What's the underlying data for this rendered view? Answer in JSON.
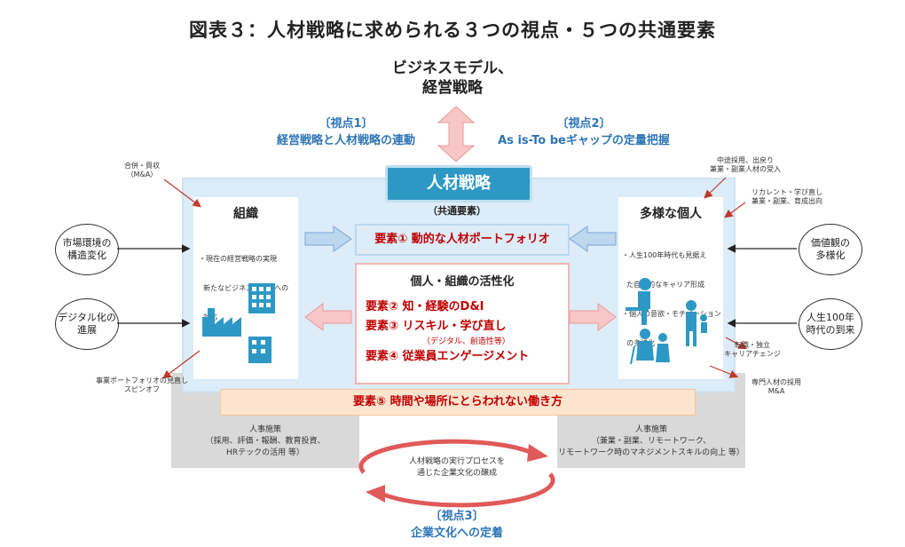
{
  "title": "図表３：人材戦略に求められる３つの視点・５つの共通要素",
  "business": {
    "line1": "ビジネスモデル、",
    "line2": "経営戦略"
  },
  "viewpoint1": {
    "label": "〔視点1〕",
    "text": "経営戦略と人材戦略の連動"
  },
  "viewpoint2": {
    "label": "〔視点2〕",
    "text": "As is-To beギャップの定量把握"
  },
  "viewpoint3": {
    "label": "〔視点3〕",
    "text": "企業文化への定着"
  },
  "hr_strategy": "人材戦略",
  "common_elements": "（共通要素）",
  "organization": {
    "title": "組織",
    "bullets": [
      "・現在の経営戦略の実現",
      "  新たなビジネスモデルへの",
      "  対応"
    ]
  },
  "individuals": {
    "title": "多様な個人",
    "bullets": [
      "・人生100年時代も見据え",
      "  た自律的なキャリア形成",
      "・個人の意欲・モチベーション",
      "  の多様化"
    ]
  },
  "element1": {
    "tag": "要素①",
    "text": "動的な人材ポートフォリオ"
  },
  "activation": {
    "title": "個人・組織の活性化",
    "element2": {
      "tag": "要素②",
      "text": "知・経験のD&I"
    },
    "element3": {
      "tag": "要素③",
      "text": "リスキル・学び直し",
      "sub": "（デジタル、創造性等）"
    },
    "element4": {
      "tag": "要素④",
      "text": "従業員エンゲージメント"
    }
  },
  "element5": {
    "tag": "要素⑤",
    "text": "時間や場所にとらわれない働き方"
  },
  "left_circles": [
    {
      "l1": "市場環境の",
      "l2": "構造変化"
    },
    {
      "l1": "デジタル化の",
      "l2": "進展"
    }
  ],
  "right_circles": [
    {
      "l1": "価値観の",
      "l2": "多様化"
    },
    {
      "l1": "人生100年",
      "l2": "時代の到来"
    }
  ],
  "notes": {
    "ma_left": [
      "合併・買収",
      "（M&A）"
    ],
    "portfolio": [
      "事業ポートフォリオの見直し",
      "スピンオフ"
    ],
    "mid_career": [
      "中途採用、出戻り",
      "兼業・副業人材の受入"
    ],
    "recurrent": [
      "リカレント・学び直し",
      "兼業・副業、育成出向"
    ],
    "job_change": [
      "転職・独立",
      "キャリアチェンジ"
    ],
    "specialist": [
      "専門人材の採用",
      "M&A"
    ]
  },
  "hr_measures_left": {
    "title": "人事施策",
    "l1": "（採用、評価・報酬、教育投資、",
    "l2": "HRテックの活用 等）"
  },
  "hr_measures_right": {
    "title": "人事施策",
    "l1": "（兼業・副業、リモートワーク、",
    "l2": "リモートワーク時のマネジメントスキルの向上 等）"
  },
  "culture": {
    "l1": "人材戦略の実行プロセスを",
    "l2": "通じた企業文化の醸成"
  },
  "colors": {
    "blue": "#2e75b6",
    "red": "#c00000",
    "teal": "#2e98c4",
    "light_blue": "#dcecf8"
  }
}
